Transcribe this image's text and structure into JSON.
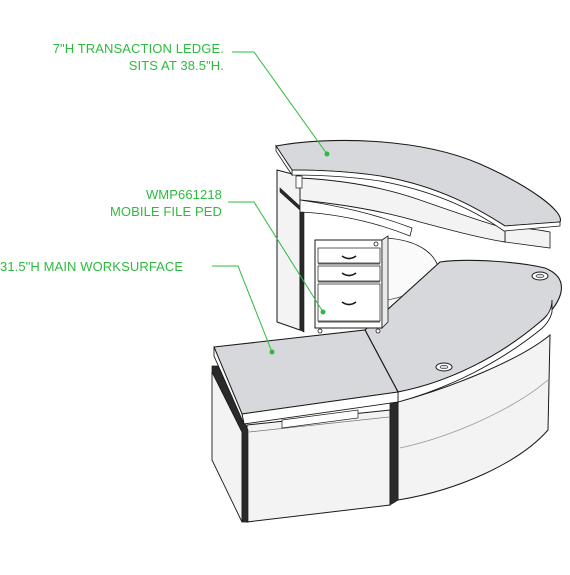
{
  "colors": {
    "callout": "#2dbb3f",
    "line": "#1a1a1a",
    "surface": "#d6d8db",
    "panel": "#f3f3f4",
    "white": "#ffffff"
  },
  "callouts": [
    {
      "id": "ledge",
      "lines": [
        "7\"H TRANSACTION LEDGE.",
        "SITS AT 38.5\"H."
      ]
    },
    {
      "id": "ped",
      "lines": [
        "WMP661218",
        "MOBILE FILE PED"
      ]
    },
    {
      "id": "work",
      "lines": [
        "31.5\"H MAIN WORKSURFACE"
      ]
    }
  ]
}
